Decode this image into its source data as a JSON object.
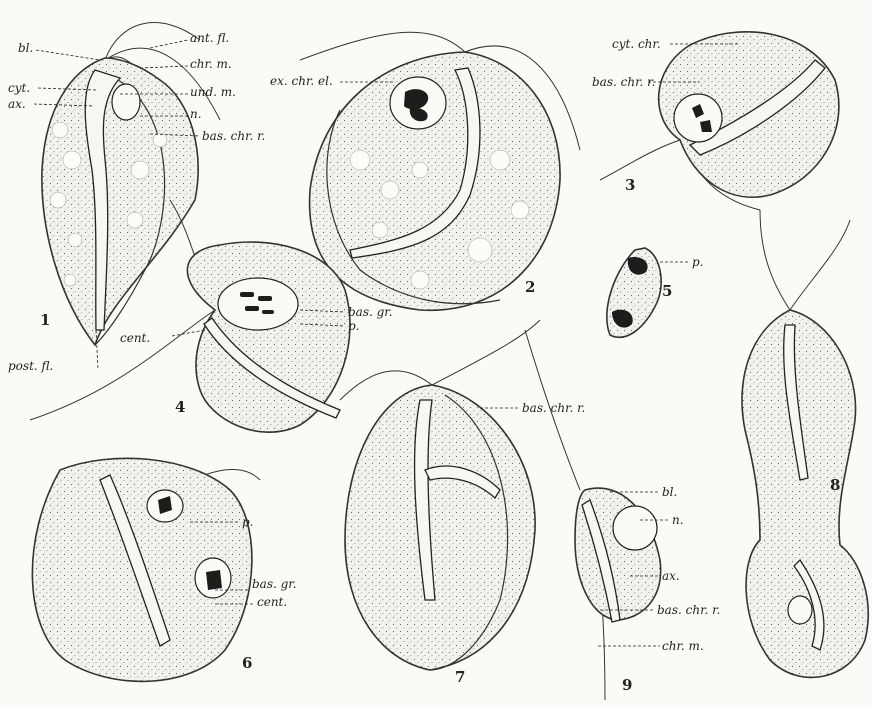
{
  "figures": [
    {
      "number": "1",
      "labels": [
        "bl.",
        "ant. fl.",
        "chr. m.",
        "cyt.",
        "und. m.",
        "ax.",
        "n.",
        "bas. chr. r.",
        "post. fl."
      ]
    },
    {
      "number": "2",
      "labels": [
        "ex. chr. el."
      ]
    },
    {
      "number": "3",
      "labels": [
        "cyt. chr.",
        "bas. chr. r."
      ]
    },
    {
      "number": "4",
      "labels": [
        "cent.",
        "bas. gr.",
        "p."
      ]
    },
    {
      "number": "5",
      "labels": [
        "p."
      ]
    },
    {
      "number": "6",
      "labels": [
        "p.",
        "bas. gr.",
        "cent."
      ]
    },
    {
      "number": "7",
      "labels": [
        "bas. chr. r."
      ]
    },
    {
      "number": "8",
      "labels": []
    },
    {
      "number": "9",
      "labels": [
        "bl.",
        "n.",
        "ax.",
        "bas. chr. r.",
        "chr. m."
      ]
    }
  ],
  "colors": {
    "ink": "#222222",
    "paper": "#fbfaf6"
  }
}
